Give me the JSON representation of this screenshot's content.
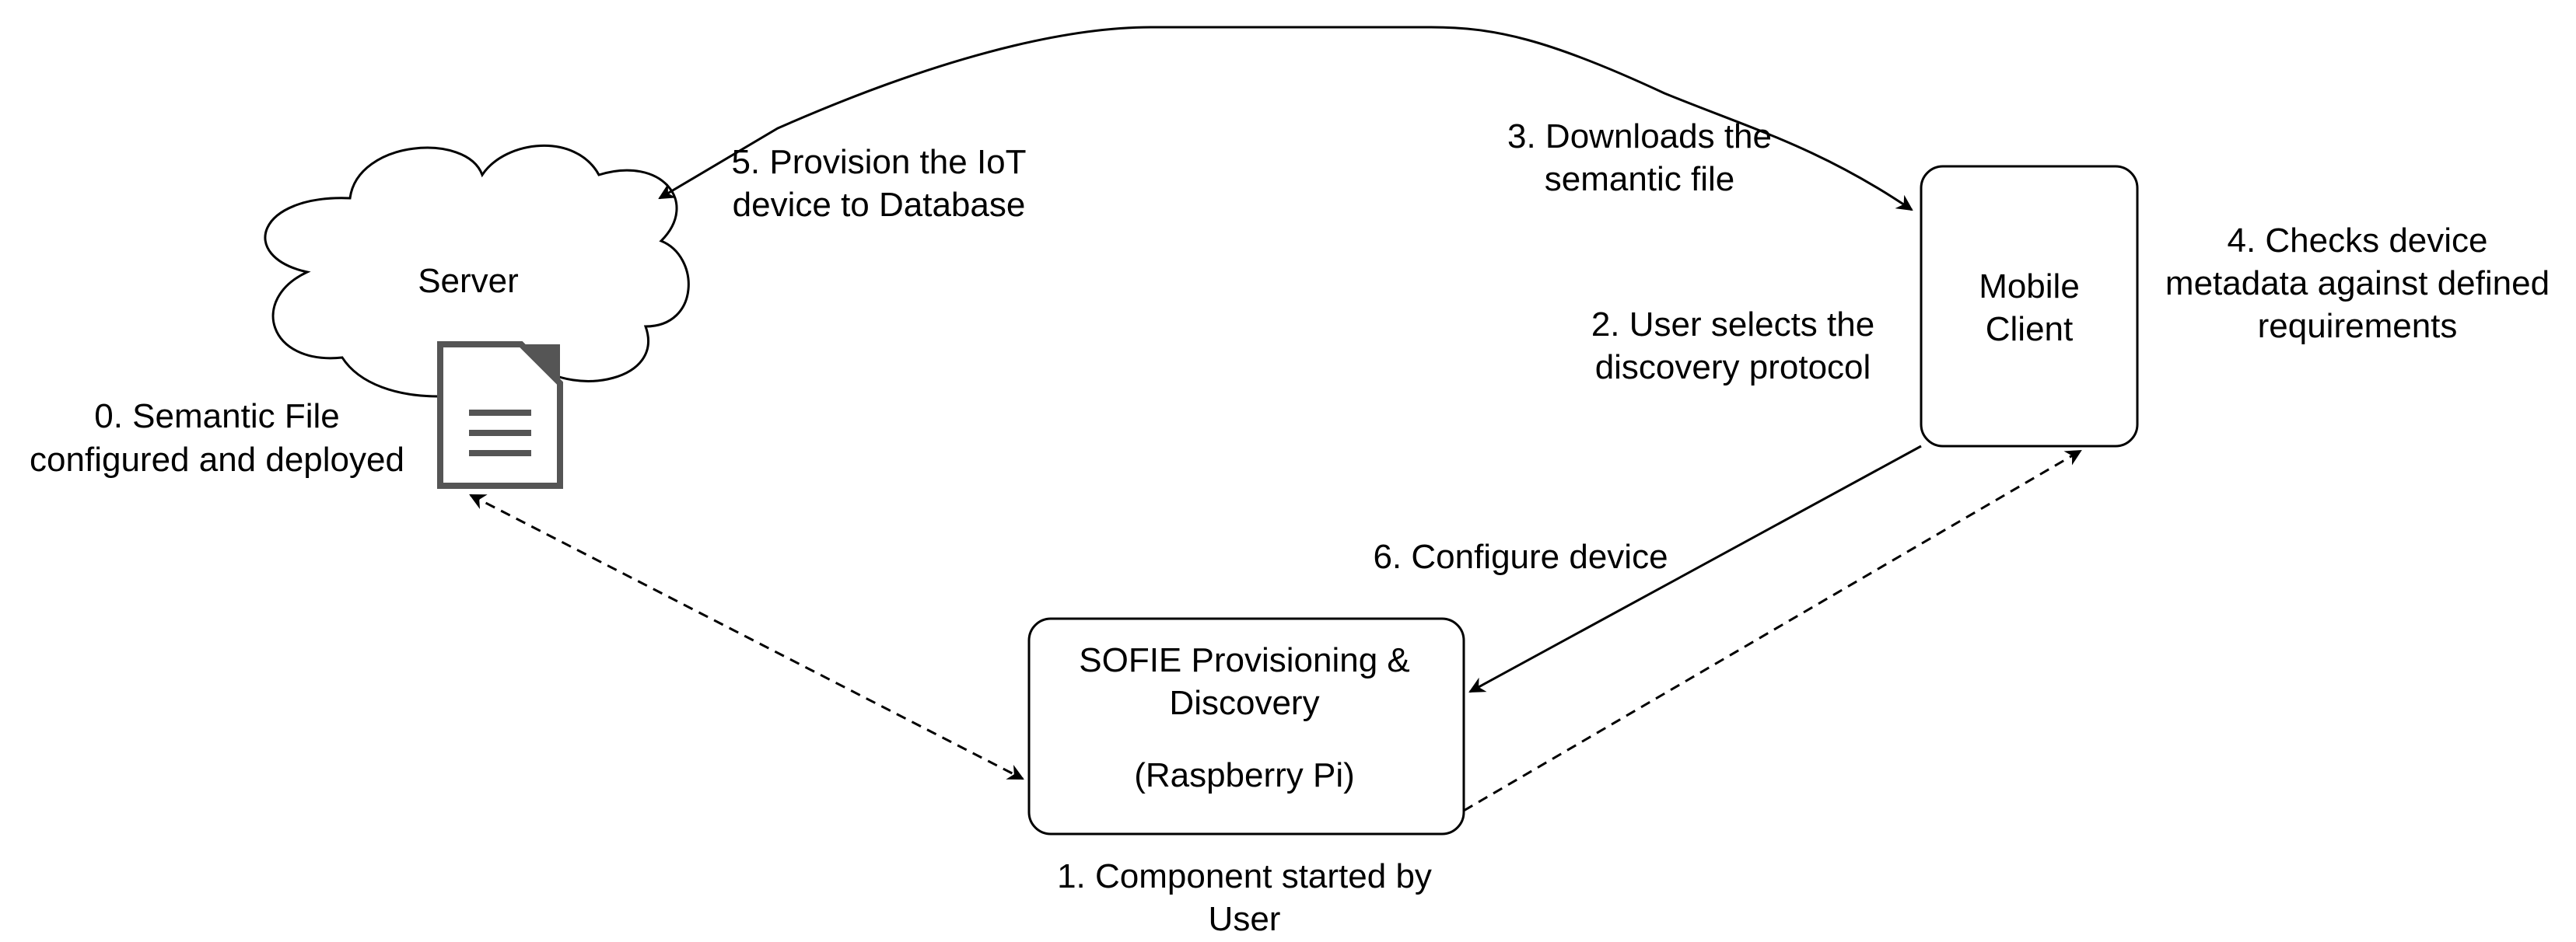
{
  "nodes": {
    "server": {
      "label": "Server",
      "shape": "cloud"
    },
    "mobile": {
      "line1": "Mobile",
      "line2": "Client"
    },
    "sofie": {
      "line1": "SOFIE Provisioning &",
      "line2": "Discovery",
      "line3": "(Raspberry Pi)"
    }
  },
  "document_icon": "document-icon",
  "steps": {
    "s0": {
      "line1": "0. Semantic File",
      "line2": "configured and deployed"
    },
    "s1": {
      "line1": "1. Component started by",
      "line2": "User"
    },
    "s2": {
      "line1": "2. User selects the",
      "line2": "discovery protocol"
    },
    "s3": {
      "line1": "3. Downloads the",
      "line2": "semantic file"
    },
    "s4": {
      "line1": "4. Checks device",
      "line2": "metadata against defined",
      "line3": "requirements"
    },
    "s5": {
      "line1": "5. Provision the IoT",
      "line2": "device to Database"
    },
    "s6": {
      "line1": "6. Configure device"
    }
  },
  "colors": {
    "stroke": "#000000",
    "icon": "#555555",
    "background": "#ffffff"
  }
}
